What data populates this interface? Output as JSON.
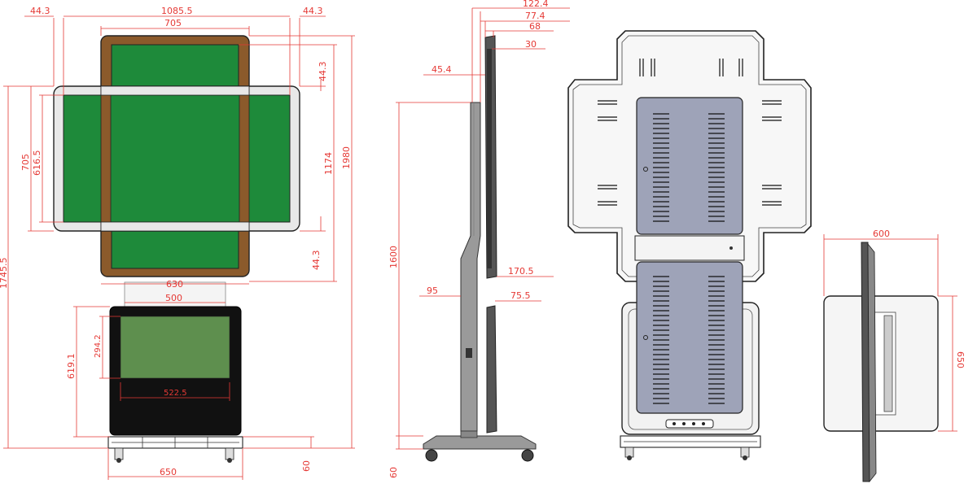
{
  "colors": {
    "screen_green": "#1e8a3a",
    "screen_green_lower": "#5e8f4e",
    "portrait_frame": "#8b5a2b",
    "landscape_frame": "#e8e8e8",
    "cabinet": "#111111",
    "back_panel": "#9ea3b8",
    "stand_grey": "#9a9a9a",
    "dimension_red": "#e53935"
  },
  "dimensions": {
    "d_44_3_tl": "44.3",
    "d_1085_5": "1085.5",
    "d_44_3_tr": "44.3",
    "d_705_top": "705",
    "d_705_left": "705",
    "d_616_5": "616.5",
    "d_1745_5": "1745.5",
    "d_44_3_r1": "44.3",
    "d_1174": "1174",
    "d_1980": "1980",
    "d_44_3_r2": "44.3",
    "d_630": "630",
    "d_500": "500",
    "d_619_1": "619.1",
    "d_294_2": "294.2",
    "d_522_5": "522.5",
    "d_650_front": "650",
    "d_60_front": "60",
    "d_122_4": "122.4",
    "d_77_4": "77.4",
    "d_68": "68",
    "d_30": "30",
    "d_45_4": "45.4",
    "d_1600": "1600",
    "d_170_5": "170.5",
    "d_95": "95",
    "d_75_5": "75.5",
    "d_60_side": "60",
    "d_600_top": "600",
    "d_650_top": "650"
  }
}
